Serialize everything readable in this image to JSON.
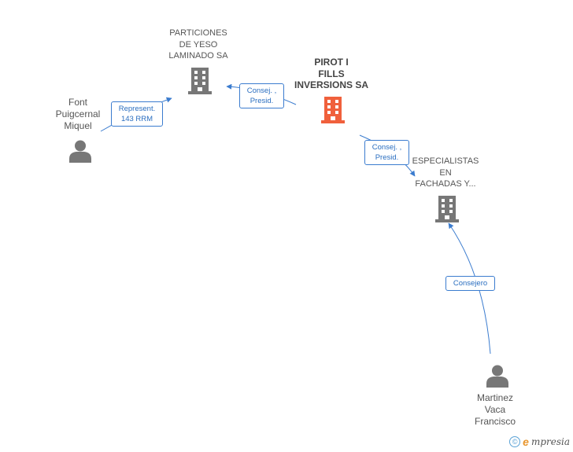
{
  "colors": {
    "edge": "#3b7ccf",
    "company_icon": "#777777",
    "main_company_icon": "#f0603c",
    "person_icon": "#777777",
    "brand_e": "#e8962e",
    "copyright": "#5aa2d6"
  },
  "nodes": {
    "particiones": {
      "label": "PARTICIONES\nDE YESO\nLAMINADO SA",
      "icon": "building-icon"
    },
    "pirot": {
      "label": "PIROT I\nFILLS\nINVERSIONS SA",
      "icon": "building-icon"
    },
    "especialistas": {
      "label": "ESPECIALISTAS\nEN\nFACHADAS Y...",
      "icon": "building-icon"
    },
    "font": {
      "label": "Font\nPuigcernal\nMiquel",
      "icon": "person-icon"
    },
    "martinez": {
      "label": "Martinez\nVaca\nFrancisco",
      "icon": "person-icon"
    }
  },
  "edges": {
    "font_particiones": {
      "label": "Represent.\n143 RRM"
    },
    "pirot_particiones": {
      "label": "Consej. ,\nPresid."
    },
    "pirot_especialistas": {
      "label": "Consej. ,\nPresid."
    },
    "martinez_especialistas": {
      "label": "Consejero"
    }
  },
  "footer": {
    "copyright_symbol": "©",
    "brand_initial": "e",
    "brand_rest": "mpresia"
  }
}
